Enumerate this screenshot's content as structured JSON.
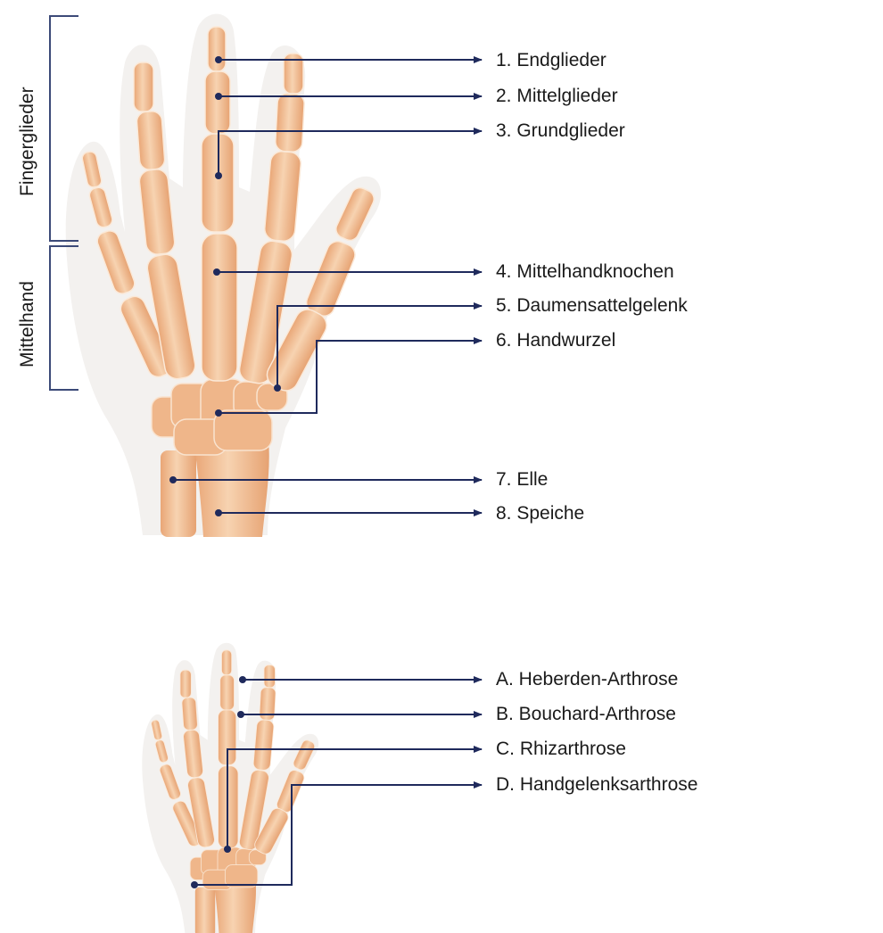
{
  "colors": {
    "leader_line": "#1f2a5c",
    "bracket": "#3c4a78",
    "bone": "#f2c49b",
    "bone_shade": "#e8a97a",
    "bone_light": "#f8dcc0",
    "silhouette": "#f3f1ef",
    "text": "#1a1a1a"
  },
  "top_diagram": {
    "brackets": [
      {
        "label": "Fingerglieder"
      },
      {
        "label": "Mittelhand"
      }
    ],
    "labels": [
      {
        "id": "1",
        "text": "1. Endglieder"
      },
      {
        "id": "2",
        "text": "2. Mittelglieder"
      },
      {
        "id": "3",
        "text": "3. Grundglieder"
      },
      {
        "id": "4",
        "text": "4. Mittelhandknochen"
      },
      {
        "id": "5",
        "text": "5. Daumensattelgelenk"
      },
      {
        "id": "6",
        "text": "6. Handwurzel"
      },
      {
        "id": "7",
        "text": "7. Elle"
      },
      {
        "id": "8",
        "text": "8. Speiche"
      }
    ]
  },
  "bottom_diagram": {
    "labels": [
      {
        "id": "A",
        "text": "A. Heberden-Arthrose"
      },
      {
        "id": "B",
        "text": "B. Bouchard-Arthrose"
      },
      {
        "id": "C",
        "text": "C. Rhizarthrose"
      },
      {
        "id": "D",
        "text": "D. Handgelenksarthrose"
      }
    ]
  }
}
